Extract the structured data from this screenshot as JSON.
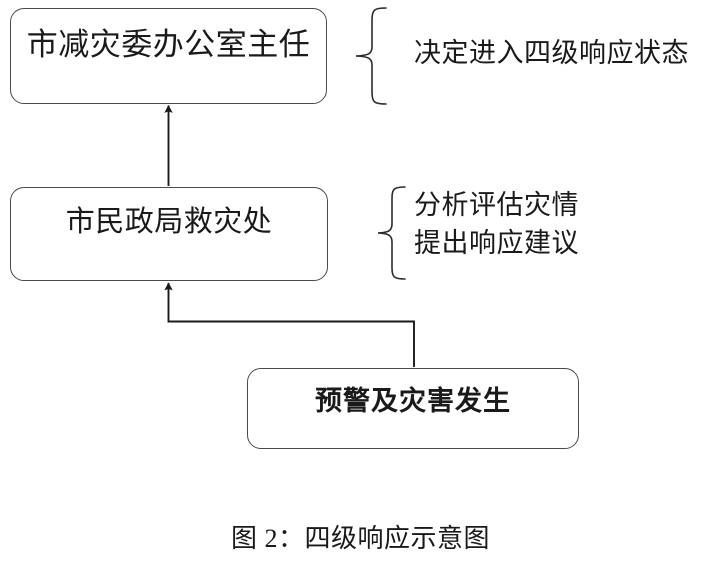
{
  "figure": {
    "caption": "图 2：四级响应示意图",
    "background_color": "#ffffff",
    "line_color": "#3a3a3a",
    "text_color": "#1a1a1a"
  },
  "nodes": [
    {
      "id": "director",
      "label": "市减灾委办公室主任",
      "bold": false
    },
    {
      "id": "relief-division",
      "label": "市民政局救灾处",
      "bold": false
    },
    {
      "id": "warning-disaster",
      "label": "预警及灾害发生",
      "bold": true
    }
  ],
  "annotations": [
    {
      "id": "director-duty",
      "lines": [
        "决定进入四级响应状态"
      ]
    },
    {
      "id": "relief-division-duty",
      "lines": [
        "分析评估灾情",
        "提出响应建议"
      ]
    }
  ],
  "connectors": [
    {
      "id": "disaster-to-relief",
      "from": "warning-disaster",
      "to": "relief-division",
      "style": "elbow-arrow"
    },
    {
      "id": "relief-to-director",
      "from": "relief-division",
      "to": "director",
      "style": "straight-arrow"
    }
  ]
}
